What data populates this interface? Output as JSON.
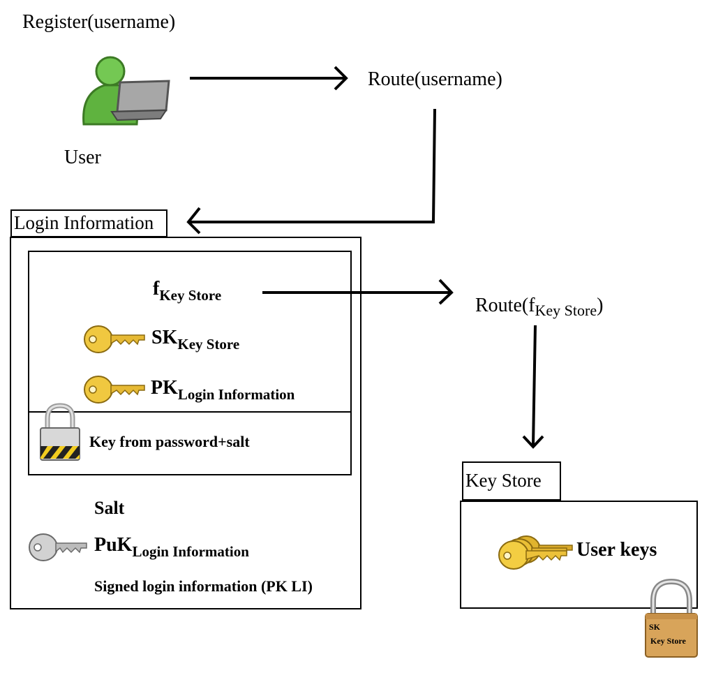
{
  "register_label": "Register(username)",
  "user_label": "User",
  "route_username_label": "Route(username)",
  "login_info": {
    "title": "Login Information",
    "f_main": "f",
    "f_sub": "Key Store",
    "sk_main": "SK",
    "sk_sub": "Key Store",
    "pk_main": "PK",
    "pk_sub": "Login Information",
    "locked_label": "Key from password+salt",
    "salt_label": "Salt",
    "puk_main": "PuK",
    "puk_sub": "Login Information",
    "signed_label": "Signed login information (PK LI)"
  },
  "route_keystore": {
    "prefix": "Route(f",
    "sub": "Key Store",
    "suffix": ")"
  },
  "key_store": {
    "title": "Key Store",
    "user_keys_label": "User keys",
    "lock_line1": "SK",
    "lock_line2": "Key Store"
  },
  "colors": {
    "gold_key": "#e8c33a",
    "silver_key": "#c8c8c8",
    "user_green": "#6cc24a",
    "laptop_gray": "#9a9a9a",
    "padlock_body": "#d6a55a"
  }
}
